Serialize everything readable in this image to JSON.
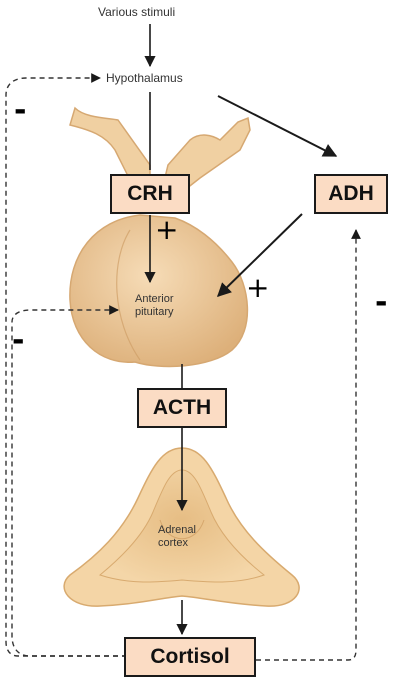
{
  "labels": {
    "stimuli": "Various stimuli",
    "hypothalamus": "Hypothalamus",
    "anterior_pituitary": "Anterior\npituitary",
    "adrenal_cortex": "Adrenal\ncortex"
  },
  "boxes": {
    "crh": "CRH",
    "adh": "ADH",
    "acth": "ACTH",
    "cortisol": "Cortisol"
  },
  "signs": {
    "minus": "-",
    "plus": "+"
  },
  "colors": {
    "gland_fill": "#f2d2a6",
    "gland_shadow": "#d9ad74",
    "box_fill": "#fbdcc4",
    "line": "#1a1a1a"
  }
}
